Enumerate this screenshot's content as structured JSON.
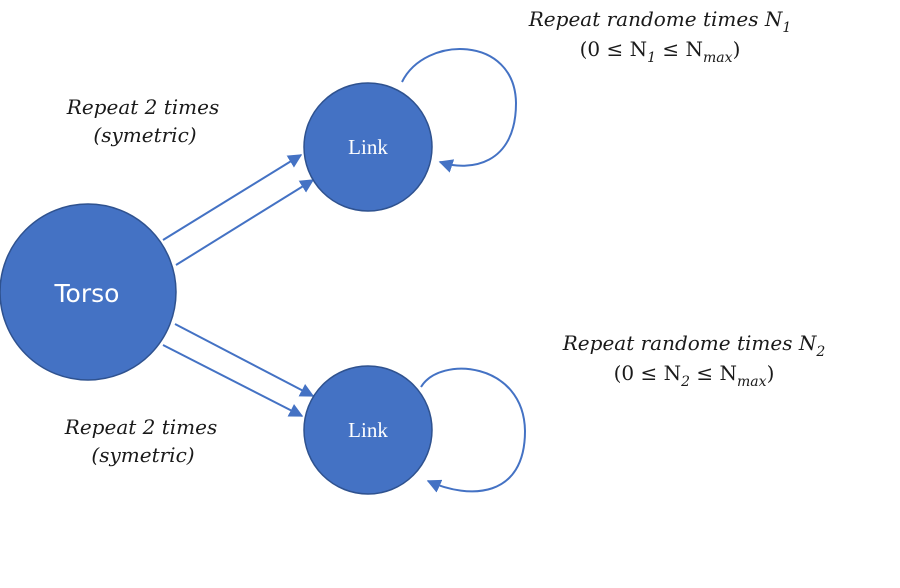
{
  "colors": {
    "node_fill": "#4472C4",
    "node_stroke": "#2F528F",
    "arrow": "#4472C4",
    "text": "#1a1a1a"
  },
  "nodes": {
    "torso": {
      "label": "Torso"
    },
    "link_top": {
      "label": "Link"
    },
    "link_bottom": {
      "label": "Link"
    }
  },
  "annotations": {
    "top_left": {
      "line1": "Repeat 2 times",
      "line2": "(symetric)"
    },
    "bottom_left": {
      "line1": "Repeat 2 times",
      "line2": "(symetric)"
    },
    "top_right": {
      "line1_prefix": "Repeat randome times N",
      "line1_sub": "1",
      "line2_open": "(0 ≤ N",
      "line2_sub": "1",
      "line2_mid": " ≤ N",
      "line2_sub2": "max",
      "line2_close": ")"
    },
    "bottom_right": {
      "line1_prefix": "Repeat randome times N",
      "line1_sub": "2",
      "line2_open": "(0 ≤ N",
      "line2_sub": "2",
      "line2_mid": " ≤ N",
      "line2_sub2": "max",
      "line2_close": ")"
    }
  }
}
